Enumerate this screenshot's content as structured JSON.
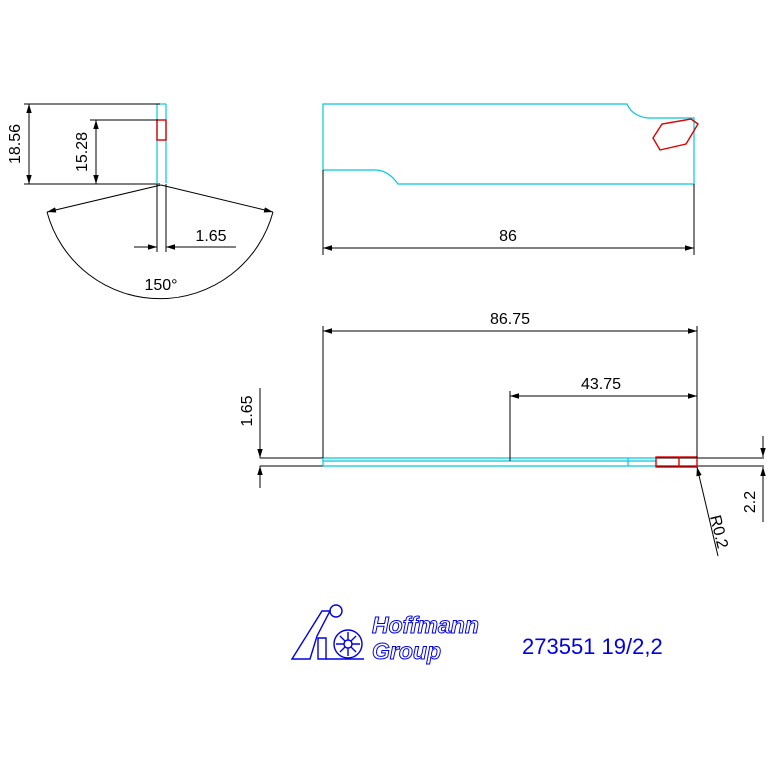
{
  "colors": {
    "outline": "#00c8e0",
    "edge": "#e00000",
    "dimension": "#000000",
    "brand": "#0000e6"
  },
  "dimensions": {
    "height_overall": "18.56",
    "height_edge": "15.28",
    "width_tip": "1.65",
    "angle": "150°",
    "length_blade": "86",
    "length_overall": "86.75",
    "length_half": "43.75",
    "thickness": "1.65",
    "width_insert": "2.2",
    "radius": "R0.2"
  },
  "title_block": {
    "brand_line1": "Hoffmann",
    "brand_line2": "Group",
    "brand_icon": "hoffmann-logo-icon",
    "part_number": "273551 19/2,2"
  }
}
